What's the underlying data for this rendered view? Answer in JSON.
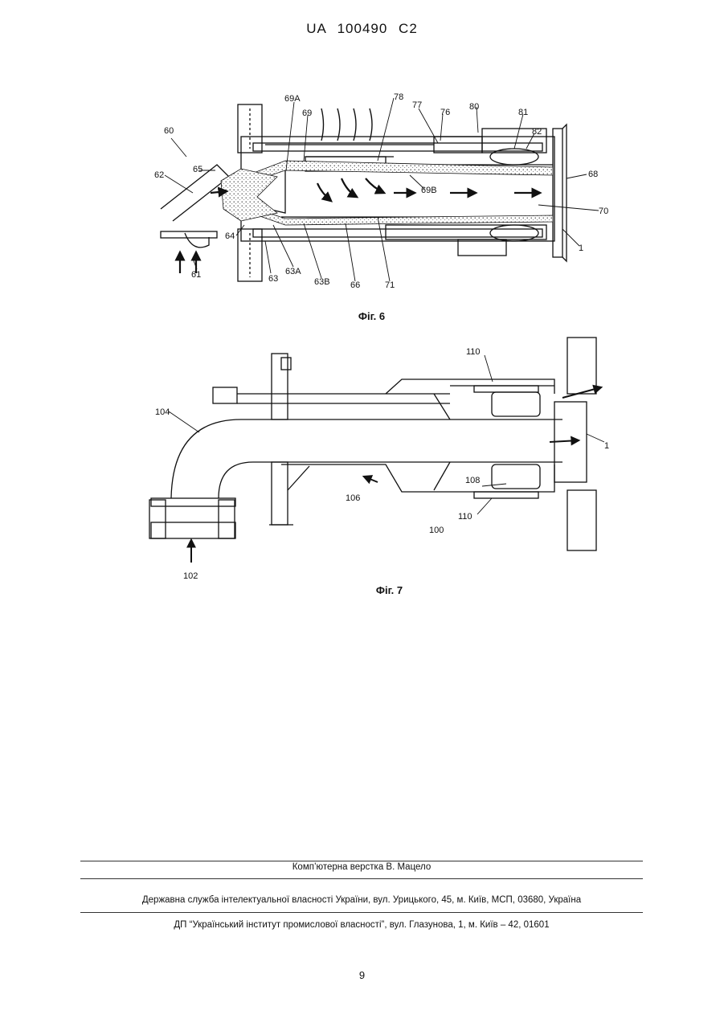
{
  "header": {
    "publication_number": "UA 100490 C2"
  },
  "figure6": {
    "caption": "Фіг. 6",
    "labels": {
      "l60": "60",
      "l62": "62",
      "l65": "65",
      "l64": "64",
      "l61": "61",
      "l63": "63",
      "l63a": "63A",
      "l63b": "63B",
      "l66": "66",
      "l71": "71",
      "l69a": "69A",
      "l69": "69",
      "l78": "78",
      "l77": "77",
      "l76": "76",
      "l80": "80",
      "l81": "81",
      "l82": "82",
      "l68": "68",
      "l69b": "69B",
      "l70": "70",
      "l1": "1"
    }
  },
  "figure7": {
    "caption": "Фіг. 7",
    "labels": {
      "l110a": "110",
      "l104": "104",
      "l1": "1",
      "l108": "108",
      "l106": "106",
      "l110b": "110",
      "l100": "100",
      "l102": "102"
    }
  },
  "footer": {
    "layout_credit": "Комп’ютерна верстка В. Мацело",
    "office_address": "Державна служба інтелектуальної власності України, вул. Урицького, 45, м. Київ, МСП, 03680, Україна",
    "institute_address": "ДП “Український інститут промислової власності”, вул. Глазунова, 1, м. Київ – 42, 01601"
  },
  "page_number": "9"
}
